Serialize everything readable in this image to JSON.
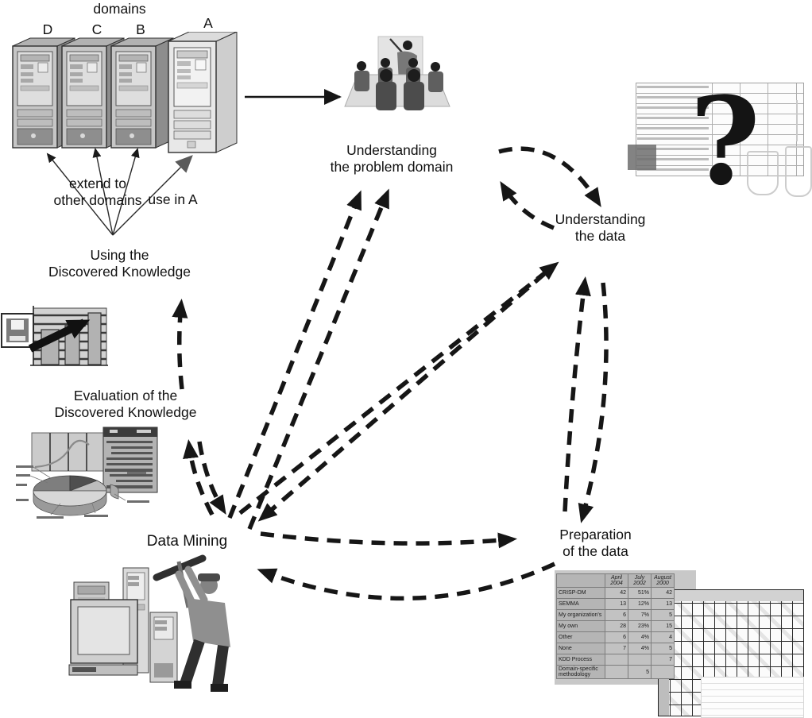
{
  "domains_group": {
    "label": "domains",
    "servers": [
      "D",
      "C",
      "B",
      "A"
    ],
    "annotation_extend": "extend to\nother domains",
    "annotation_use": "use in A"
  },
  "stages": {
    "problem_domain": {
      "line1": "Understanding",
      "line2": "the problem domain"
    },
    "data_understanding": {
      "line1": "Understanding",
      "line2": "the data"
    },
    "preparation": {
      "line1": "Preparation",
      "line2": "of the data"
    },
    "data_mining": {
      "label": "Data Mining"
    },
    "evaluation": {
      "line1": "Evaluation of the",
      "line2": "Discovered Knowledge"
    },
    "using": {
      "line1": "Using the",
      "line2": "Discovered Knowledge"
    }
  },
  "question_overlay": {
    "glyph": "?"
  },
  "poll_table": {
    "grid": [
      [
        "",
        "April 2004",
        "July 2002",
        "August 2000"
      ],
      [
        "CRISP-DM",
        "42",
        "51%",
        "42"
      ],
      [
        "SEMMA",
        "13",
        "12%",
        "13"
      ],
      [
        "My organization's",
        "6",
        "7%",
        "5"
      ],
      [
        "My own",
        "28",
        "23%",
        "15"
      ],
      [
        "Other",
        "6",
        "4%",
        "4"
      ],
      [
        "None",
        "7",
        "4%",
        "5"
      ],
      [
        "KDD Process",
        "",
        "",
        "7"
      ],
      [
        "Domain-specific methodology",
        "",
        "5",
        ""
      ]
    ]
  },
  "colors": {
    "arrow": "#161616",
    "server_front": "#c6c6c6",
    "server_a_front": "#e8e8e8"
  }
}
